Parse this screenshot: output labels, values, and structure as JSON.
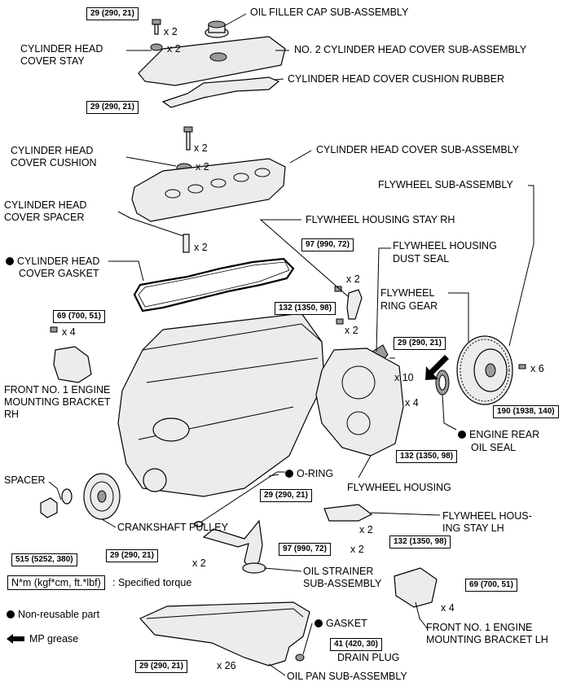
{
  "labels": {
    "oil_filler_cap": "OIL FILLER CAP SUB-ASSEMBLY",
    "no2_head_cover": "NO. 2 CYLINDER HEAD COVER SUB-ASSEMBLY",
    "cover_stay_1": "CYLINDER HEAD",
    "cover_stay_2": "COVER STAY",
    "cushion_rubber": "CYLINDER HEAD COVER CUSHION RUBBER",
    "cover_cushion_1": "CYLINDER HEAD",
    "cover_cushion_2": "COVER CUSHION",
    "head_cover": "CYLINDER HEAD COVER SUB-ASSEMBLY",
    "flywheel": "FLYWHEEL SUB-ASSEMBLY",
    "cover_spacer_1": "CYLINDER HEAD",
    "cover_spacer_2": "COVER SPACER",
    "housing_stay_rh": "FLYWHEEL HOUSING STAY RH",
    "dust_seal_1": "FLYWHEEL HOUSING",
    "dust_seal_2": "DUST SEAL",
    "cover_gasket_1": "CYLINDER HEAD",
    "cover_gasket_2": "COVER GASKET",
    "ring_gear_1": "FLYWHEEL",
    "ring_gear_2": "RING GEAR",
    "mount_rh_1": "FRONT NO. 1 ENGINE",
    "mount_rh_2": "MOUNTING BRACKET",
    "mount_rh_3": "RH",
    "rear_seal_1": "ENGINE REAR",
    "rear_seal_2": "OIL SEAL",
    "spacer": "SPACER",
    "o_ring": "O-RING",
    "crank_pulley": "CRANKSHAFT PULLEY",
    "flywheel_housing": "FLYWHEEL HOUSING",
    "housing_stay_lh_1": "FLYWHEEL HOUS-",
    "housing_stay_lh_2": "ING STAY LH",
    "strainer_1": "OIL STRAINER",
    "strainer_2": "SUB-ASSEMBLY",
    "gasket": "GASKET",
    "drain_plug": "DRAIN PLUG",
    "mount_lh_1": "FRONT NO. 1 ENGINE",
    "mount_lh_2": "MOUNTING BRACKET LH",
    "oil_pan": "OIL PAN SUB-ASSEMBLY"
  },
  "torques": {
    "t1": "29 (290, 21)",
    "t2": "29 (290, 21)",
    "t3": "97 (990, 72)",
    "t4": "69 (700, 51)",
    "t5": "132 (1350, 98)",
    "t6": "29 (290, 21)",
    "t7": "190 (1938, 140)",
    "t8": "132 (1350, 98)",
    "t9": "29 (290, 21)",
    "t10": "515 (5252, 380)",
    "t11": "29 (290, 21)",
    "t12": "97 (990, 72)",
    "t13": "132 (1350, 98)",
    "t14": "69 (700, 51)",
    "t15": "41 (420, 30)",
    "t16": "29 (290, 21)"
  },
  "quantities": {
    "q1": "x 2",
    "q2": "x 2",
    "q3": "x 2",
    "q4": "x 2",
    "q5": "x 2",
    "q6": "x 2",
    "q7": "x 2",
    "q8": "x 4",
    "q9": "x 10",
    "q10": "x 4",
    "q11": "x 6",
    "q12": "x 2",
    "q13": "x 2",
    "q14": "x 4",
    "q15": "x 26"
  },
  "legend": {
    "torque_box": "N*m (kgf*cm, ft.*lbf)",
    "torque_text": ": Specified torque",
    "non_reusable": "Non-reusable part",
    "mp_grease": "MP grease"
  }
}
